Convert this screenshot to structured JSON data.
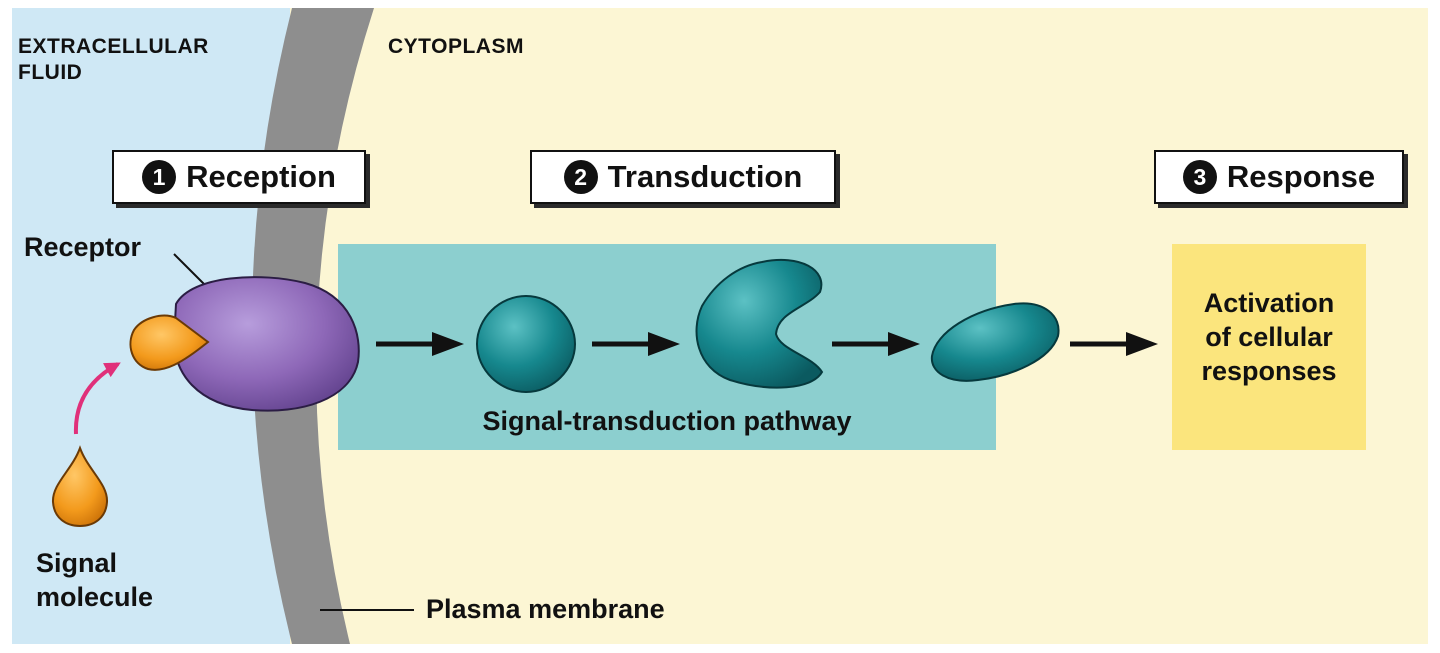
{
  "regions": {
    "extracellular": [
      "EXTRACELLULAR",
      "FLUID"
    ],
    "cytoplasm": "CYTOPLASM"
  },
  "steps": [
    {
      "number": "1",
      "label": "Reception"
    },
    {
      "number": "2",
      "label": "Transduction"
    },
    {
      "number": "3",
      "label": "Response"
    }
  ],
  "labels": {
    "receptor": "Receptor",
    "signal_molecule": [
      "Signal",
      "molecule"
    ],
    "plasma_membrane": "Plasma membrane",
    "pathway": "Signal-transduction pathway",
    "response": [
      "Activation",
      "of cellular",
      "responses"
    ]
  },
  "colors": {
    "extracellular_fluid": "#cfe8f5",
    "cytoplasm": "#fcf6d4",
    "membrane": "#8e8e8e",
    "pathway_box": "#8ccfcf",
    "response_box": "#fbe57d",
    "receptor": "#8e68b8",
    "signal_molecule": "#f39a1c",
    "relay_molecule": "#16888e",
    "signal_arrow": "#e0307a"
  }
}
